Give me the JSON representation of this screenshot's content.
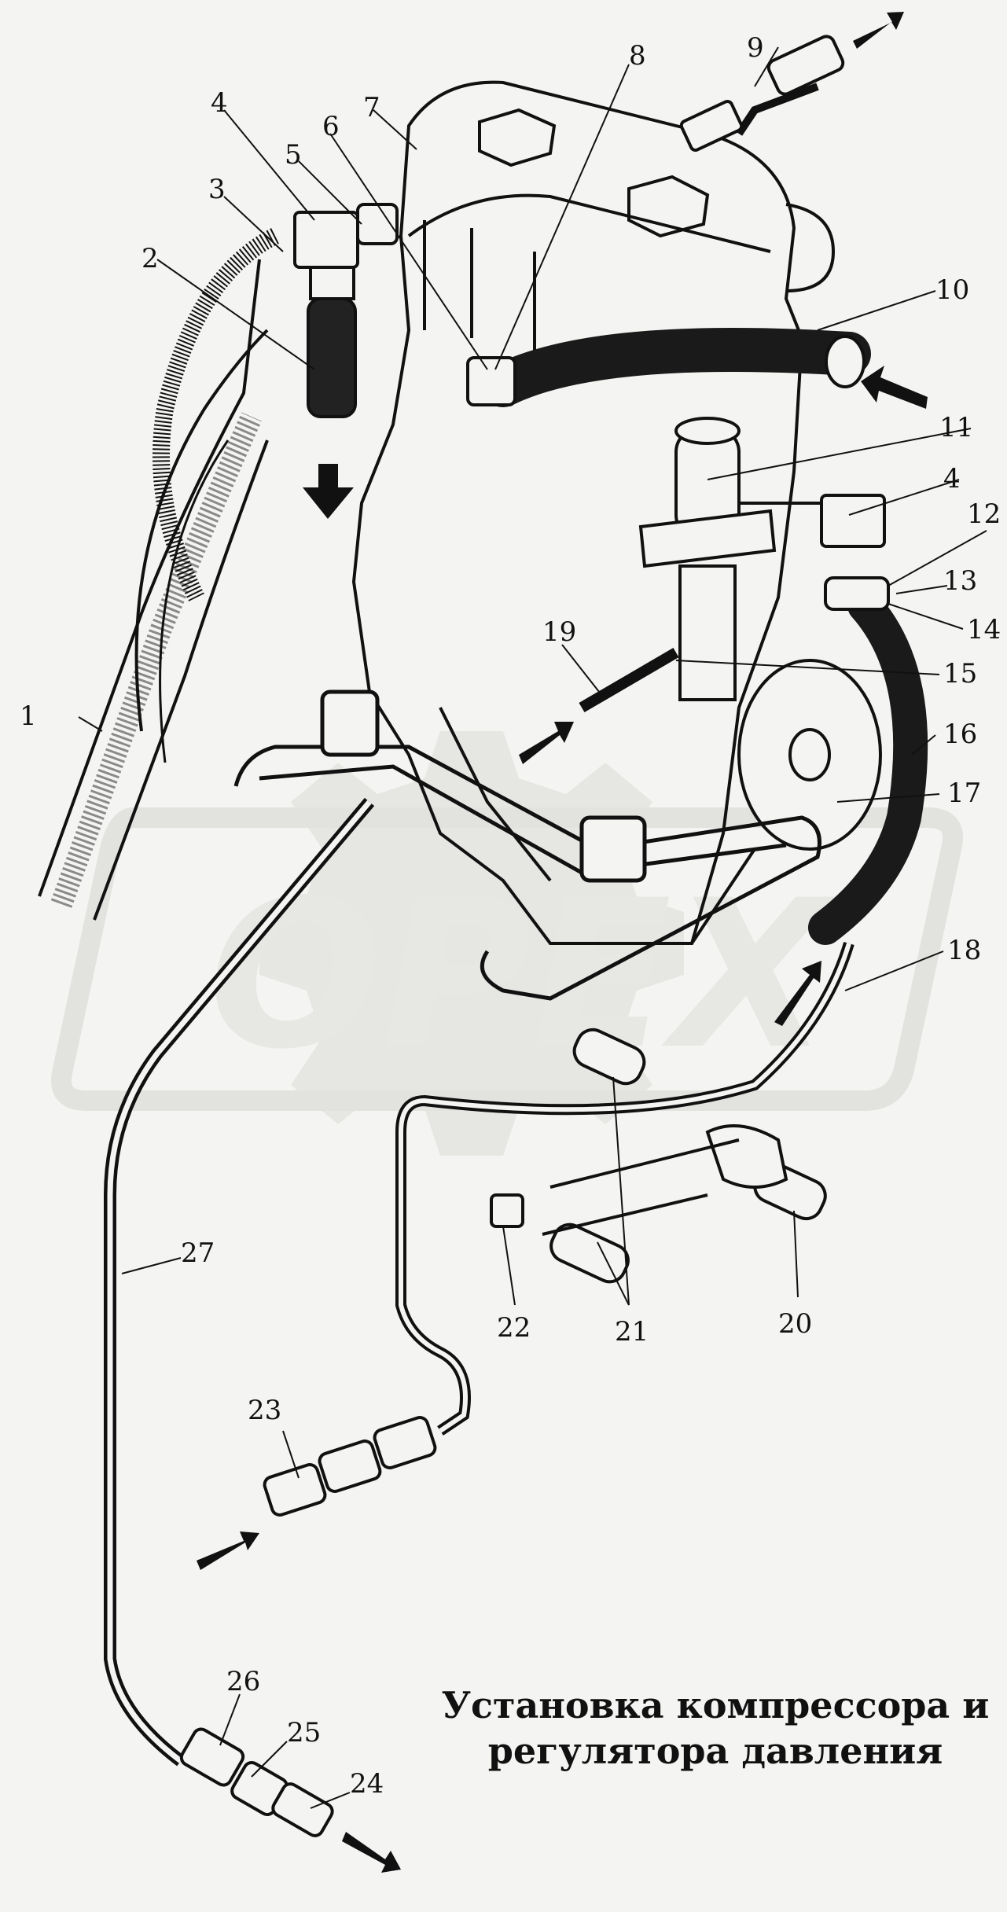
{
  "title": [
    "Установка компрессора и",
    "регулятора давления"
  ],
  "callouts": [
    "1",
    "2",
    "3",
    "4",
    "5",
    "6",
    "7",
    "8",
    "9",
    "10",
    "11",
    "4",
    "12",
    "13",
    "14",
    "19",
    "15",
    "16",
    "17",
    "18",
    "20",
    "21",
    "22",
    "23",
    "27",
    "26",
    "25",
    "24"
  ],
  "watermark": "ОРЕХ",
  "colors": {
    "ink": "#111111",
    "paper": "#f4f4f2",
    "watermark": "#d9d9d6"
  }
}
